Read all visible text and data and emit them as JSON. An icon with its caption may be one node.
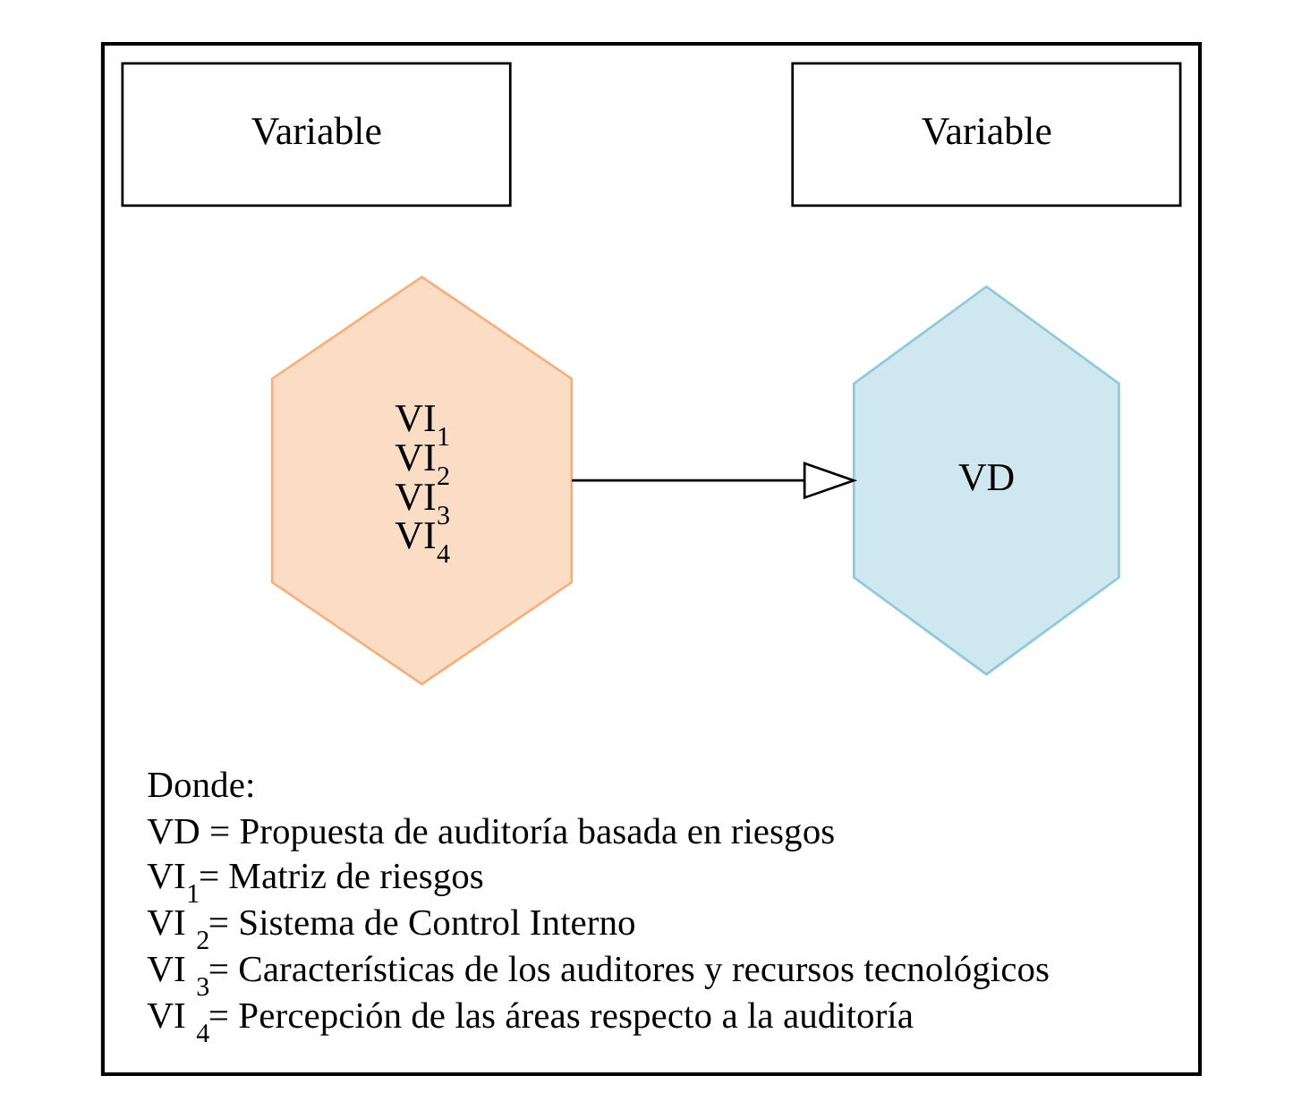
{
  "diagram": {
    "nodes": [
      {
        "text": [],
        "shape": "box"
      },
      {
        "text": [
          "Variable"
        ],
        "in": 0
      },
      {
        "text": [
          "Variable"
        ],
        "in": 0
      },
      {
        "text": [
          "VI$_{1}$",
          "VI$_{2}$",
          "VI$_{3}$",
          "VI$_{4}$"
        ],
        "in": 0
      },
      {
        "text": [
          "VD"
        ],
        "in": 0
      }
    ],
    "edges": [
      {
        "from": 3,
        "to": 4,
        "arrow": "to"
      }
    ],
    "labels": [
      "Donde:",
      "VD = Propuesta de auditoría basada en riesgos",
      "VI$_{1}$= Matriz de riesgos",
      "VI $_{2}$= Sistema de Control Interno",
      "VI $_{3}$= Características de los auditores y recursos tecnológicos",
      "VI $_{4}$= Percepción de las áreas respecto a la auditoría"
    ]
  }
}
